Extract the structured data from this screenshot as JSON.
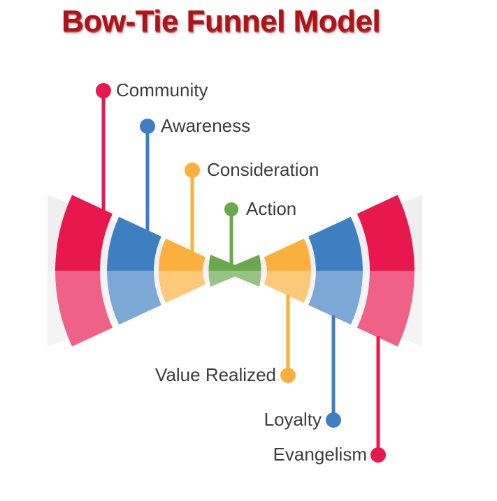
{
  "title": "Bow-Tie Funnel Model",
  "colors": {
    "title_red": "#B11218",
    "label_text": "#3D3D3D",
    "crimson": "#E8184F",
    "blue": "#3E7FC1",
    "yellow": "#FBB03D",
    "green": "#69A84C",
    "backdrop_gray": "#EFEFEF",
    "background": "#FFFFFF"
  },
  "funnel": {
    "left_stages": [
      {
        "label": "Community",
        "color": "#E8184F"
      },
      {
        "label": "Awareness",
        "color": "#3E7FC1"
      },
      {
        "label": "Consideration",
        "color": "#FBB03D"
      },
      {
        "label": "Action",
        "color": "#69A84C"
      }
    ],
    "right_stages": [
      {
        "label": "Value Realized",
        "color": "#FBB03D"
      },
      {
        "label": "Loyalty",
        "color": "#3E7FC1"
      },
      {
        "label": "Evangelism",
        "color": "#E8184F"
      }
    ]
  }
}
